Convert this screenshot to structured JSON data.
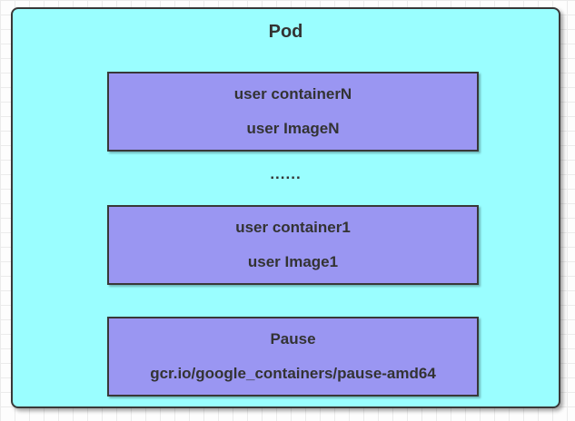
{
  "pod": {
    "title": "Pod",
    "ellipsis": "......",
    "containers": [
      {
        "name": "user containerN",
        "image": "user ImageN"
      },
      {
        "name": "user container1",
        "image": "user Image1"
      },
      {
        "name": "Pause",
        "image": "gcr.io/google_containers/pause-amd64"
      }
    ]
  },
  "colors": {
    "pod_fill": "#9afeff",
    "container_fill": "#9a96f2",
    "border": "#383838",
    "text": "#333333",
    "canvas_bg": "#fdfdfd",
    "grid_line": "#ebebeb"
  }
}
